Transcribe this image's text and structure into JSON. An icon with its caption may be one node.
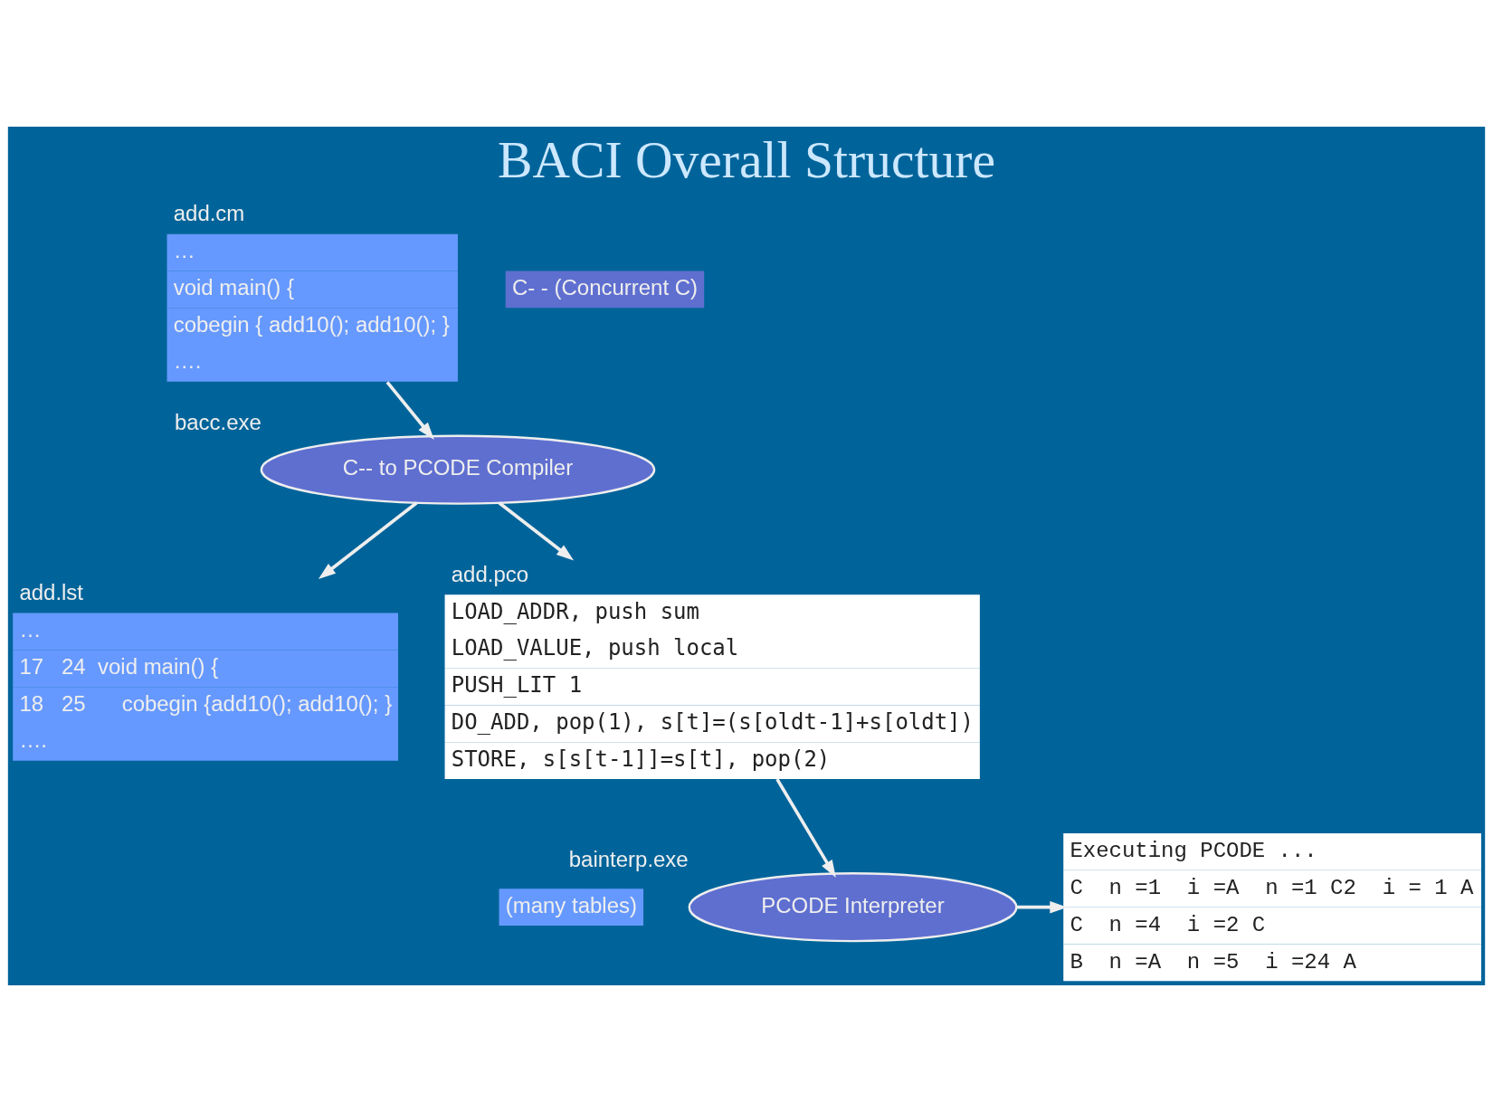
{
  "diagram": {
    "title": "BACI Overall Structure",
    "nodes": [
      {
        "text": [
          "add.cm",
          "…",
          "void main() {",
          "cobegin { add10(); add10(); }",
          "…."
        ]
      },
      {
        "text": [
          "C- - (Concurrent C)"
        ]
      },
      {
        "text": [
          "C-- to PCODE Compiler"
        ],
        "beside": [
          "bacc.exe"
        ]
      },
      {
        "text": [
          "add.lst",
          "…",
          "17   24  void main() {",
          "18   25      cobegin {add10(); add10(); }",
          "…."
        ]
      },
      {
        "text": [
          "add.pco",
          "LOAD_ADDR, push sum",
          "LOAD_VALUE, push local",
          "PUSH_LIT 1",
          "DO_ADD, pop(1), s[t]=(s[oldt-1]+s[oldt])",
          "STORE, s[s[t-1]]=s[t], pop(2)"
        ]
      },
      {
        "text": [
          "(many tables)"
        ]
      },
      {
        "text": [
          "PCODE Interpreter"
        ],
        "beside": [
          "bainterp.exe"
        ]
      },
      {
        "text": [
          "Executing PCODE ...",
          "C  n =1  i =A  n =1 C2  i = 1 A",
          "C  n =4  i =2 C",
          "B  n =A  n =5  i =24 A"
        ]
      }
    ],
    "edges": [
      {
        "from": 0,
        "to": 2,
        "arrow": "to"
      },
      {
        "from": 2,
        "to": 3,
        "arrow": "to"
      },
      {
        "from": 2,
        "to": 4,
        "arrow": "to"
      },
      {
        "from": 4,
        "to": 6,
        "arrow": "to"
      },
      {
        "from": 6,
        "to": 7,
        "arrow": "to"
      }
    ]
  }
}
